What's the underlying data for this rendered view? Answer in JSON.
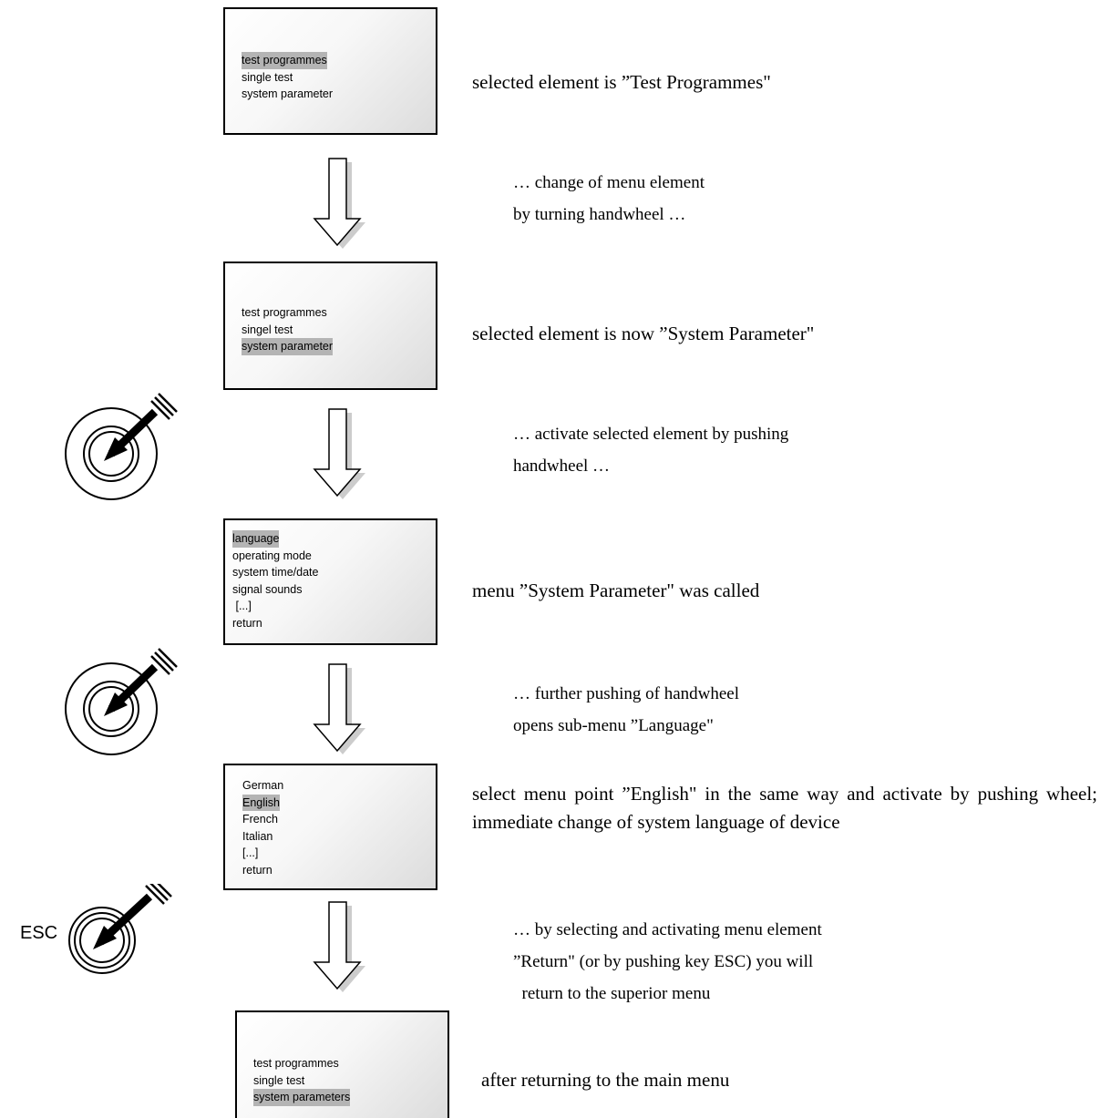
{
  "steps": [
    {
      "items": [
        "test programmes",
        "single test",
        "system parameter"
      ],
      "selected": 0,
      "caption": "selected element is ”Test Programmes\""
    },
    {
      "items": [
        "test programmes",
        "singel test",
        "system parameter"
      ],
      "selected": 2,
      "caption": "selected element is now ”System Parameter\""
    },
    {
      "items": [
        "language",
        "operating mode",
        "system time/date",
        "signal sounds",
        " [...]",
        "return"
      ],
      "selected": 0,
      "caption": "menu ”System Parameter\" was called"
    },
    {
      "items": [
        "German",
        "English",
        "French",
        "Italian",
        "[...]",
        "return"
      ],
      "selected": 1,
      "caption": "select menu point ”English\" in the same way and activate by pushing wheel; immediate change of system language of device"
    },
    {
      "items": [
        "test programmes",
        "single test",
        "system parameters"
      ],
      "selected": 2,
      "caption": "after returning to the main menu"
    }
  ],
  "notes": [
    [
      "… change of menu element",
      "by turning handwheel …"
    ],
    [
      "… activate selected element by pushing",
      "handwheel …"
    ],
    [
      "… further pushing of handwheel",
      "opens sub-menu ”Language\""
    ],
    [
      "… by selecting and activating menu element",
      "”Return\" (or by pushing key ESC) you will",
      "  return to the superior menu"
    ]
  ],
  "esc_label": "ESC"
}
